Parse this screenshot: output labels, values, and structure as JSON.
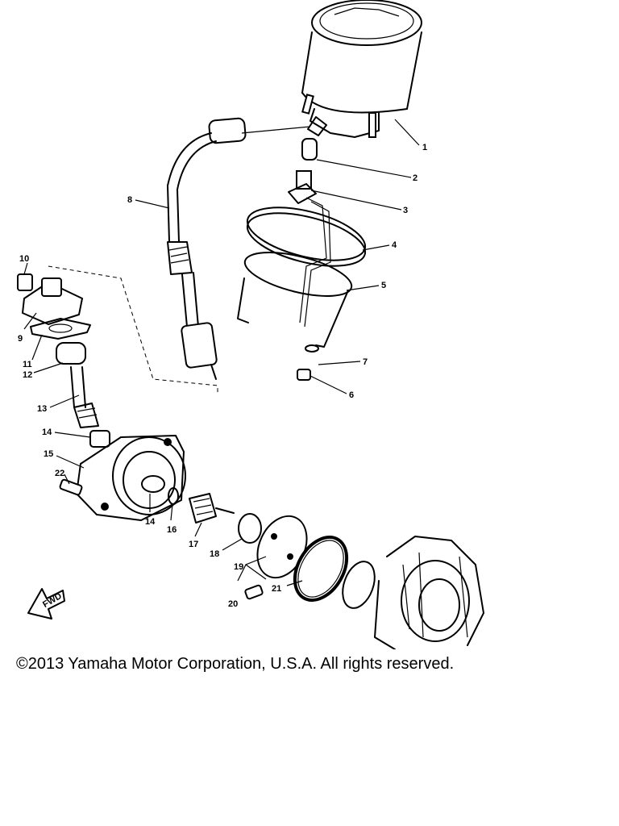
{
  "callouts": [
    {
      "id": "1",
      "text": "1"
    },
    {
      "id": "2",
      "text": "2"
    },
    {
      "id": "3",
      "text": "3"
    },
    {
      "id": "4",
      "text": "4"
    },
    {
      "id": "5",
      "text": "5"
    },
    {
      "id": "6",
      "text": "6"
    },
    {
      "id": "7",
      "text": "7"
    },
    {
      "id": "8",
      "text": "8"
    },
    {
      "id": "9",
      "text": "9"
    },
    {
      "id": "10",
      "text": "10"
    },
    {
      "id": "11",
      "text": "11"
    },
    {
      "id": "12",
      "text": "12"
    },
    {
      "id": "13",
      "text": "13"
    },
    {
      "id": "14a",
      "text": "14"
    },
    {
      "id": "14b",
      "text": "14"
    },
    {
      "id": "15",
      "text": "15"
    },
    {
      "id": "16",
      "text": "16"
    },
    {
      "id": "17",
      "text": "17"
    },
    {
      "id": "18",
      "text": "18"
    },
    {
      "id": "19",
      "text": "19"
    },
    {
      "id": "20",
      "text": "20"
    },
    {
      "id": "21",
      "text": "21"
    },
    {
      "id": "22",
      "text": "22"
    }
  ],
  "fwd_label": "FWD",
  "copyright": "©2013 Yamaha Motor Corporation, U.S.A. All rights reserved."
}
